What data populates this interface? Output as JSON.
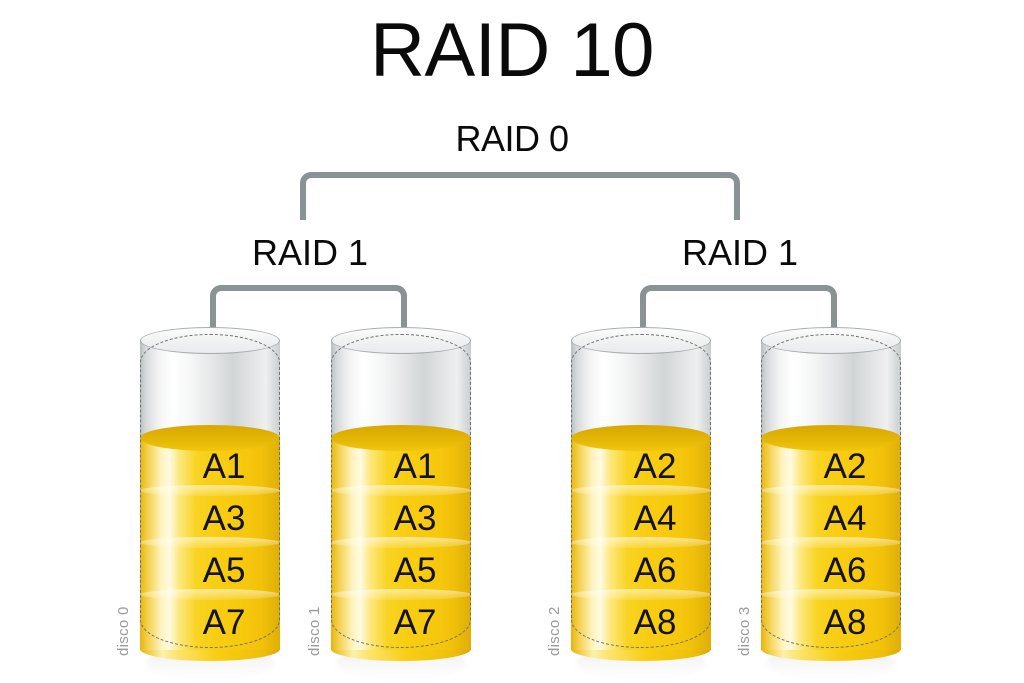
{
  "diagram": {
    "title": "RAID 10",
    "top_group_label": "RAID 0",
    "mirror_groups": [
      {
        "label": "RAID 1"
      },
      {
        "label": "RAID 1"
      }
    ],
    "disks": [
      {
        "caption": "disco 0",
        "blocks": [
          "A1",
          "A3",
          "A5",
          "A7"
        ]
      },
      {
        "caption": "disco 1",
        "blocks": [
          "A1",
          "A3",
          "A5",
          "A7"
        ]
      },
      {
        "caption": "disco 2",
        "blocks": [
          "A2",
          "A4",
          "A6",
          "A8"
        ]
      },
      {
        "caption": "disco 3",
        "blocks": [
          "A2",
          "A4",
          "A6",
          "A8"
        ]
      }
    ],
    "colors": {
      "background": "#ffffff",
      "title_text": "#0a0a0a",
      "connector_gray": "#8a9294",
      "disk_gold": "#f8cd12",
      "disk_gold_dark": "#d8a800",
      "disk_highlight": "#fffbe2",
      "glass_gray": "#e4e6e7",
      "caption_gray": "#9a9a9a",
      "outline_dash": "#6f6f6f"
    }
  }
}
